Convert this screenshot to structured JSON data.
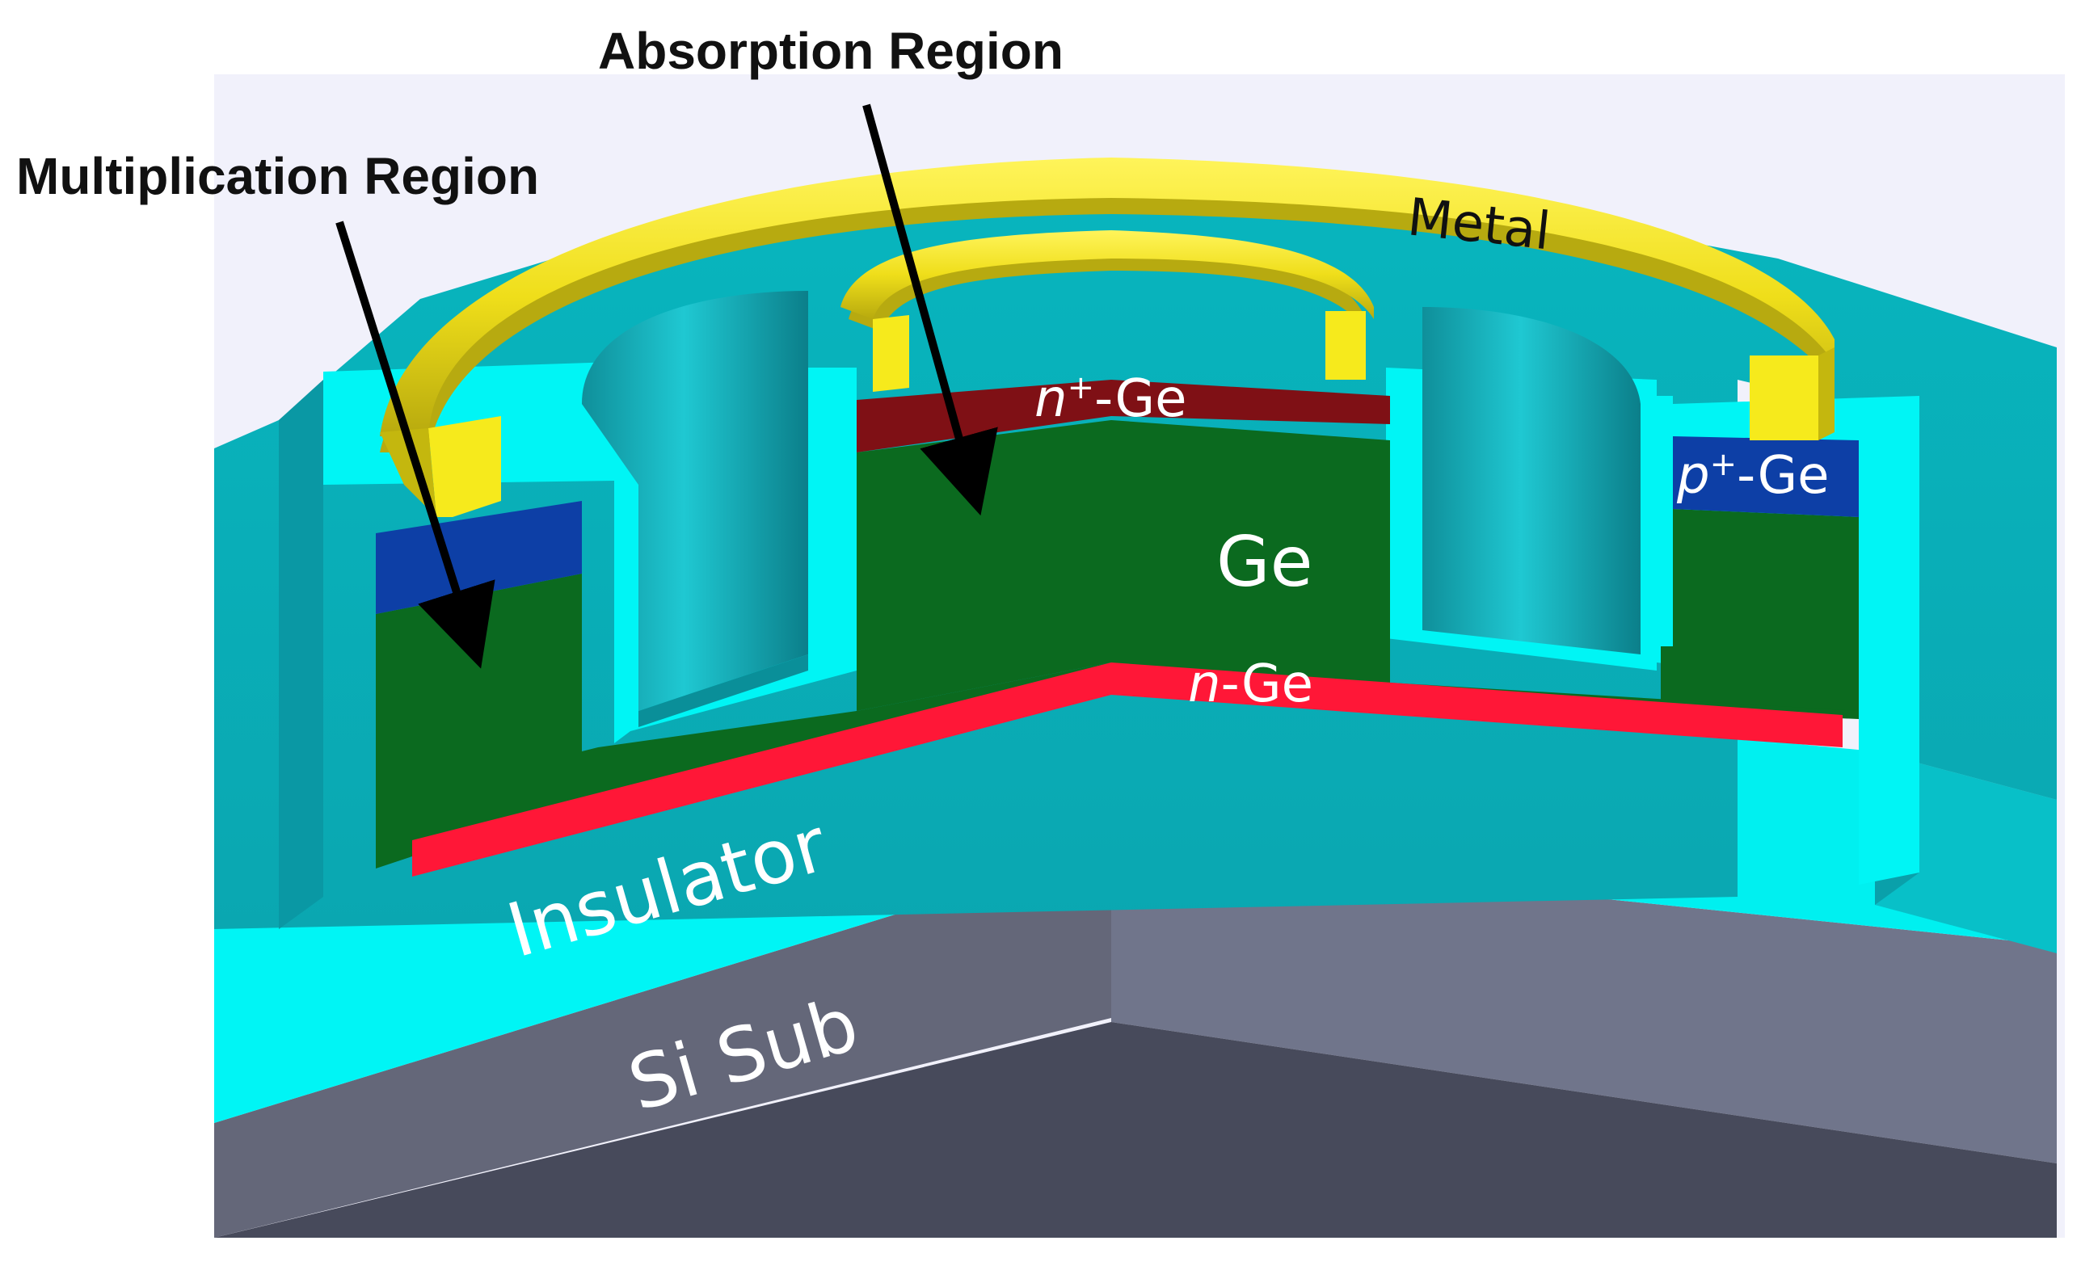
{
  "callouts": {
    "absorption": "Absorption Region",
    "multiplication": "Multiplication Region"
  },
  "layers": {
    "metal": "Metal",
    "ge": "Ge",
    "n_ge": "-Ge",
    "n_ge_letter": "n",
    "n_plus_ge": "-Ge",
    "n_plus_letter": "n",
    "plus_sup": "+",
    "p_plus_ge": "-Ge",
    "p_plus_letter": "p",
    "insulator": "Insulator",
    "si_sub": "Si Sub"
  },
  "colors": {
    "background_top": "#f1f1fb",
    "insulator_face": "#00f5f5",
    "insulator_top": "#00b7c0",
    "insulator_side": "#0aa3ad",
    "ge_green": "#0b6a1f",
    "n_ge_red": "#ff1737",
    "n_plus_maroon": "#7f1015",
    "p_plus_blue": "#0d3fa6",
    "metal_yellow": "#f3e21a",
    "metal_dark": "#b7aa10",
    "substrate_front": "#6d7085",
    "substrate_dark": "#4a4c5d",
    "arrow": "#000000",
    "label_dark": "#111111",
    "label_light": "#ffffff"
  },
  "icons": {
    "arrow_absorption": "arrow-down-icon",
    "arrow_multiplication": "arrow-down-icon"
  }
}
